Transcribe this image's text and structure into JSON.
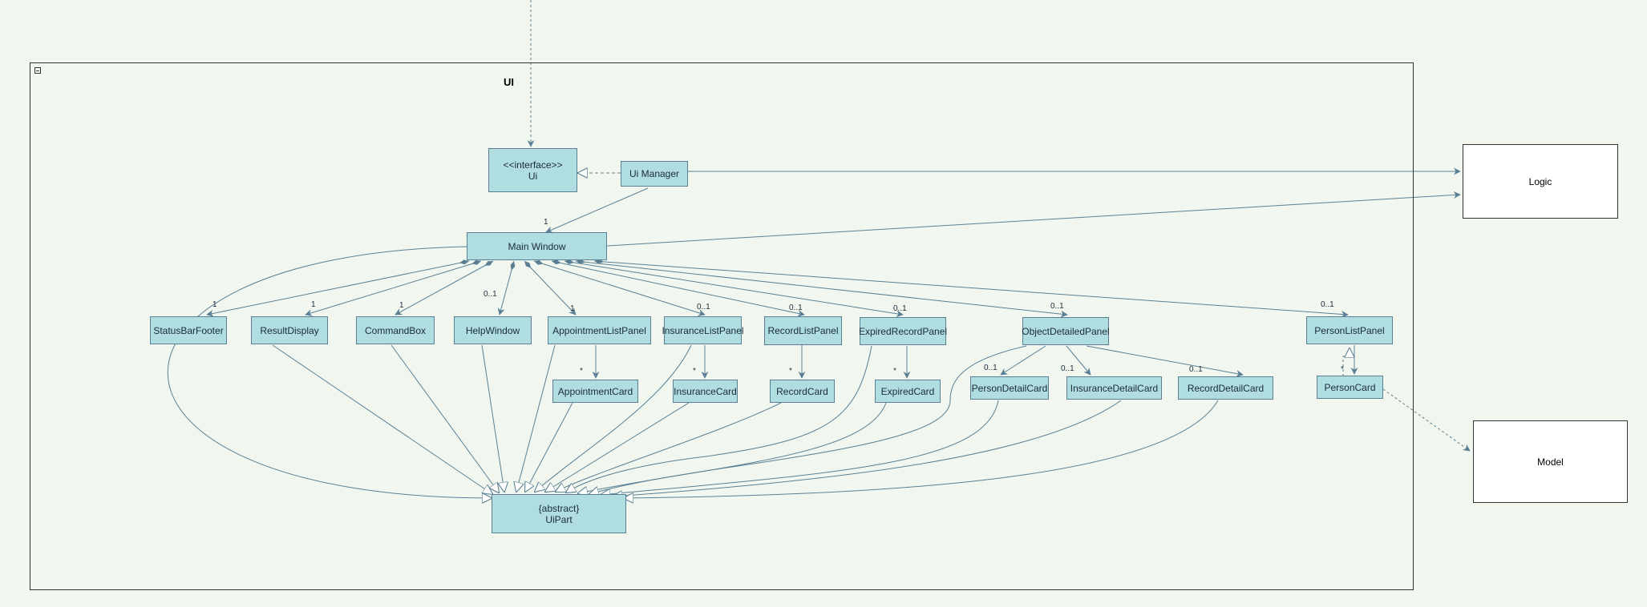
{
  "package": {
    "title": "UI"
  },
  "ui_interface": {
    "stereotype": "<<interface>>",
    "name": "Ui"
  },
  "ui_manager": "Ui Manager",
  "main_window": "Main Window",
  "ui_part": {
    "stereotype": "{abstract}",
    "name": "UiPart"
  },
  "panels": {
    "status_bar_footer": "StatusBarFooter",
    "result_display": "ResultDisplay",
    "command_box": "CommandBox",
    "help_window": "HelpWindow",
    "appointment_list_panel": "AppointmentListPanel",
    "insurance_list_panel": "InsuranceListPanel",
    "record_list_panel": "RecordListPanel",
    "expired_record_panel": "ExpiredRecordPanel",
    "object_detailed_panel": "ObjectDetailedPanel",
    "person_list_panel": "PersonListPanel"
  },
  "cards": {
    "appointment_card": "AppointmentCard",
    "insurance_card": "InsuranceCard",
    "record_card": "RecordCard",
    "expired_card": "ExpiredCard",
    "person_detail_card": "PersonDetailCard",
    "insurance_detail_card": "InsuranceDetailCard",
    "record_detail_card": "RecordDetailCard",
    "person_card": "PersonCard"
  },
  "external": {
    "logic": "Logic",
    "model": "Model"
  },
  "multiplicities": {
    "main_window": "1",
    "status_bar_footer": "1",
    "result_display": "1",
    "command_box": "1",
    "help_window": "0..1",
    "appointment_list_panel": "1",
    "insurance_list_panel": "0..1",
    "record_list_panel": "0..1",
    "expired_record_panel": "0..1",
    "object_detailed_panel": "0..1",
    "person_list_panel": "0..1",
    "appointment_card": "*",
    "insurance_card": "*",
    "record_card": "*",
    "expired_card": "*",
    "person_detail_card": "0..1",
    "insurance_detail_card": "0..1",
    "record_detail_card": "0..1",
    "person_card": "*"
  },
  "colors": {
    "class_fill": "#b0dde0",
    "class_border": "#5a7f94",
    "edge": "#5a7f94",
    "background": "#f1f7ef"
  }
}
